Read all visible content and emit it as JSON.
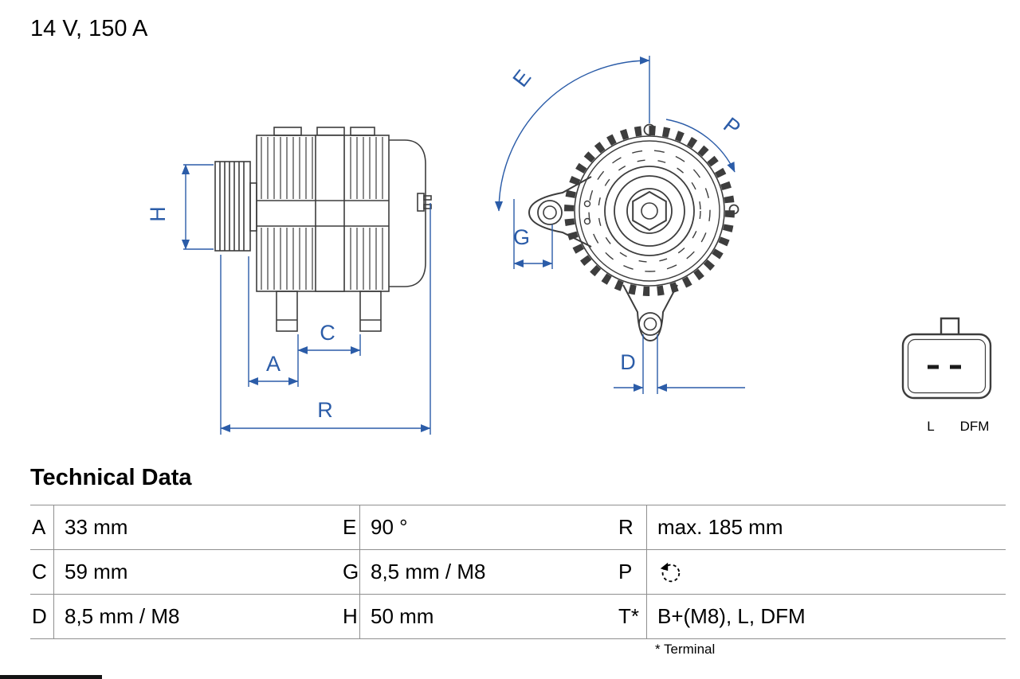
{
  "header": {
    "spec": "14 V, 150 A"
  },
  "diagram": {
    "dimension_labels": {
      "H": "H",
      "A": "A",
      "C": "C",
      "R": "R",
      "E": "E",
      "G": "G",
      "P": "P",
      "D": "D"
    },
    "connector": {
      "pin_labels": {
        "left": "L",
        "right": "DFM"
      }
    },
    "colors": {
      "dimension_blue": "#2B5CA8",
      "outline": "#3D3D3D"
    }
  },
  "table": {
    "title": "Technical Data",
    "rows": [
      {
        "cells": [
          {
            "key": "A",
            "value": "33 mm"
          },
          {
            "key": "E",
            "value": "90 °"
          },
          {
            "key": "R",
            "value": "max. 185 mm"
          }
        ]
      },
      {
        "cells": [
          {
            "key": "C",
            "value": "59 mm"
          },
          {
            "key": "G",
            "value": "8,5 mm / M8"
          },
          {
            "key": "P",
            "value": "",
            "value_icon": "rotation-direction-icon"
          }
        ]
      },
      {
        "cells": [
          {
            "key": "D",
            "value": "8,5 mm / M8"
          },
          {
            "key": "H",
            "value": "50 mm"
          },
          {
            "key": "T*",
            "value": "B+(M8), L, DFM"
          }
        ]
      }
    ],
    "footnote": "* Terminal"
  }
}
